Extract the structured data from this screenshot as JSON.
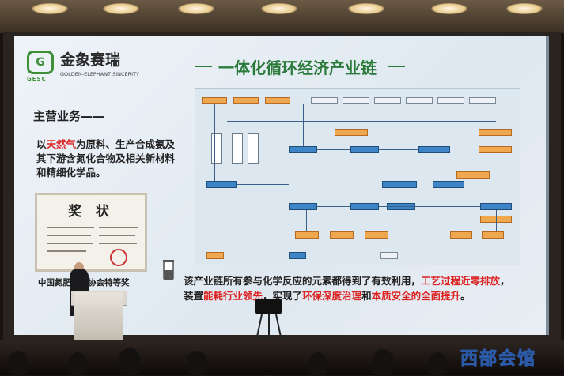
{
  "slide": {
    "logo": {
      "cn": "金象赛瑞",
      "abbr": "GESC",
      "en": "GOLDEN-ELEPHANT SINCERITY"
    },
    "title": "一体化循环经济产业链",
    "section_heading": "主营业务——",
    "description": {
      "prefix": "以",
      "highlight": "天然气",
      "rest": "为原料、生产合成氨及其下游含氮化合物及相关新材料和精细化学品。"
    },
    "certificate_title": "奖 状",
    "certificate_caption": "中国氮肥工业协会特等奖",
    "bottom_text": {
      "p1": "该产业链所有参与化学反应的元素都得到了有效利用，",
      "p1_red": "工艺过程近零排放",
      "p2": "，装置",
      "p2_red": "能耗行业领先",
      "p3": "，实现了",
      "p3_red": "环保深度治理",
      "p4": "和",
      "p4_red": "本质安全的全面提升",
      "p5": "。"
    }
  },
  "watermark": "西部会馆",
  "colors": {
    "green": "#2a7a3a",
    "red": "#d22222",
    "orange": "#f0a850",
    "blue": "#3d85c6"
  }
}
